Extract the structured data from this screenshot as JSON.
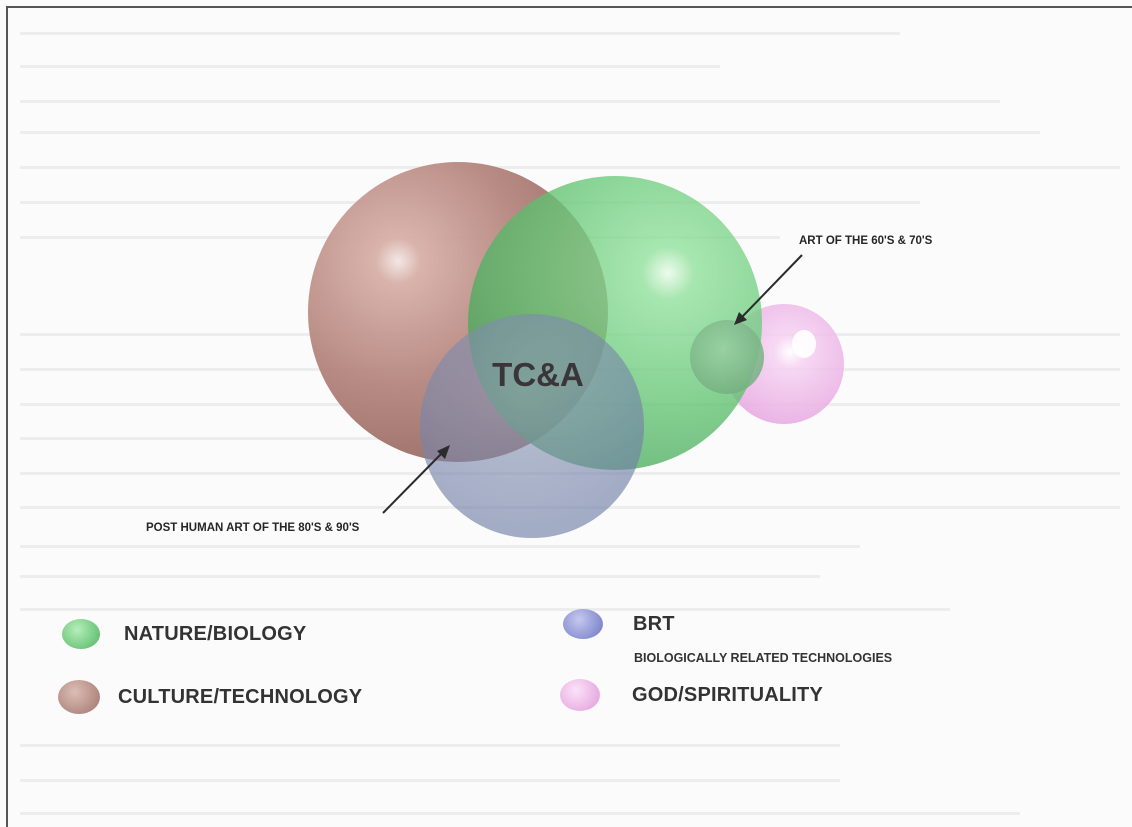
{
  "diagram": {
    "center_label": "TC&A",
    "annotations": {
      "top_right": "ART OF THE 60'S & 70'S",
      "bottom_left": "POST HUMAN ART OF THE 80'S & 90'S"
    }
  },
  "legend": {
    "nature": "NATURE/BIOLOGY",
    "culture": "CULTURE/TECHNOLOGY",
    "brt": "BRT",
    "brt_sub": "BIOLOGICALLY RELATED TECHNOLOGIES",
    "god": "GOD/SPIRITUALITY"
  },
  "colors": {
    "nature": "#5fc270",
    "culture": "#b3857c",
    "brt": "#7d85c7",
    "god": "#e9a6e3"
  }
}
